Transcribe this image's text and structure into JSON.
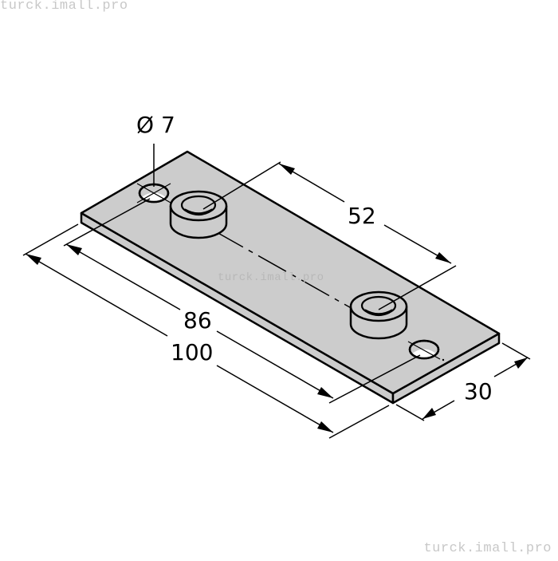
{
  "watermarks": {
    "top_left": "turck.imall.pro",
    "center": "turck.imall.pro",
    "bottom_right": "turck.imall.pro"
  },
  "drawing": {
    "type": "isometric-dimension-drawing",
    "subject": "mounting plate with two threaded bosses and two through holes",
    "colors": {
      "plate_fill": "#cccccc",
      "line": "#000000",
      "background": "#ffffff",
      "watermark": "#c8c8c8"
    },
    "dimensions": {
      "hole_diameter": "Ø 7",
      "boss_spacing": "52",
      "hole_spacing": "86",
      "length": "100",
      "width": "30"
    }
  }
}
